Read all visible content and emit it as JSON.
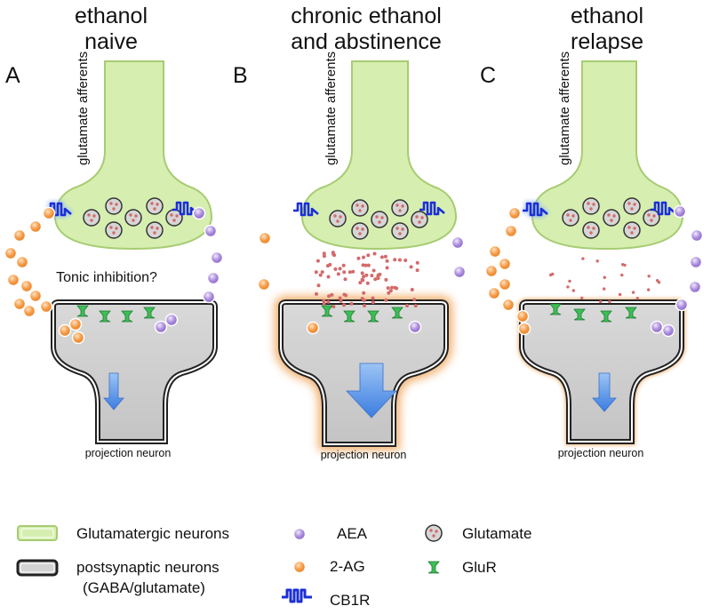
{
  "panels": [
    {
      "letter": "A",
      "title_line1": "ethanol",
      "title_line2": "naive",
      "afferent_label": "glutamate afferents",
      "neuron_label": "projection neuron",
      "annotation": "Tonic inhibition?"
    },
    {
      "letter": "B",
      "title_line1": "chronic ethanol",
      "title_line2": "and abstinence",
      "afferent_label": "glutamate afferents",
      "neuron_label": "projection neuron",
      "annotation": ""
    },
    {
      "letter": "C",
      "title_line1": "ethanol",
      "title_line2": "relapse",
      "afferent_label": "glutamate afferents",
      "neuron_label": "projection neuron",
      "annotation": ""
    }
  ],
  "legend": {
    "glutamatergic": "Glutamatergic neurons",
    "postsynaptic_line1": "postsynaptic neurons",
    "postsynaptic_line2": "(GABA/glutamate)",
    "aea": "AEA",
    "two_ag": "2-AG",
    "cb1r": "CB1R",
    "glutamate": "Glutamate",
    "glur": "GluR"
  },
  "colors": {
    "presynaptic_fill": "#d6efb0",
    "presynaptic_stroke": "#a6cc72",
    "postsynaptic_fill": "#d3d3d3",
    "postsynaptic_stroke": "#222222",
    "aea": "#a487d8",
    "two_ag": "#f0923a",
    "cb1r": "#1b2fd6",
    "glur": "#3cbf55",
    "glutamate_dot": "#d46a6a",
    "arrow": "#5d9be8",
    "glow": "#f0a860"
  }
}
